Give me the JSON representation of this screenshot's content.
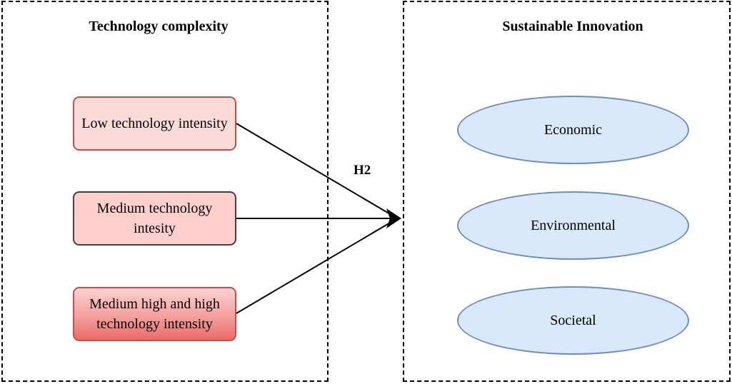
{
  "groups": {
    "left_title": "Technology complexity",
    "right_title": "Sustainable Innovation"
  },
  "technology_levels": [
    {
      "label": "Low technology intensity"
    },
    {
      "label": "Medium technology intesity"
    },
    {
      "label": "Medium high and high technology intensity"
    }
  ],
  "innovation_dimensions": [
    {
      "label": "Economic"
    },
    {
      "label": "Environmental"
    },
    {
      "label": "Societal"
    }
  ],
  "hypothesis_label": "H2",
  "colors": {
    "low_fill": "#fadbd8",
    "medium_fill": "#fecfcd",
    "high_fill_bottom": "#ea6b68",
    "box_border_red": "#c0504d",
    "box_border_dark": "#404040",
    "ellipse_fill": "#dae8fc",
    "ellipse_border": "#6c8ebf",
    "arrow": "#000000"
  }
}
